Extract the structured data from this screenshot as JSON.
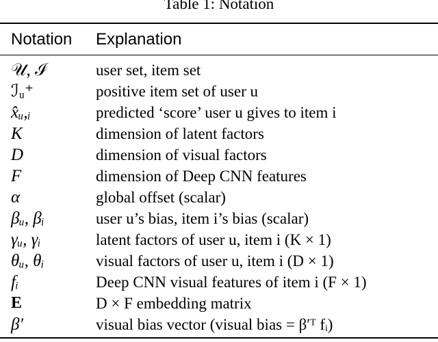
{
  "caption": "Table 1: Notation",
  "header": {
    "notation": "Notation",
    "explanation": "Explanation"
  },
  "rows": [
    {
      "notation": "𝒰, ℐ",
      "explanation": "user set, item set",
      "style": "cal"
    },
    {
      "notation": "ℐᵤ⁺",
      "explanation": "positive item set of user u",
      "style": "cal"
    },
    {
      "notation": "x̂ᵤ,ᵢ",
      "explanation": "predicted ‘score’ user u gives to item i",
      "style": "italic"
    },
    {
      "notation": "K",
      "explanation": "dimension of latent factors",
      "style": "italic"
    },
    {
      "notation": "D",
      "explanation": "dimension of visual factors",
      "style": "italic"
    },
    {
      "notation": "F",
      "explanation": "dimension of Deep CNN features",
      "style": "italic"
    },
    {
      "notation": "α",
      "explanation": "global offset (scalar)",
      "style": "italic"
    },
    {
      "notation": "βᵤ, βᵢ",
      "explanation": "user u’s bias, item i’s bias (scalar)",
      "style": "italic"
    },
    {
      "notation": "γᵤ, γᵢ",
      "explanation": "latent factors of user u, item i (K × 1)",
      "style": "italic"
    },
    {
      "notation": "θᵤ, θᵢ",
      "explanation": "visual factors of user u, item i (D × 1)",
      "style": "italic"
    },
    {
      "notation": "fᵢ",
      "explanation": "Deep CNN visual features of item i (F × 1)",
      "style": "italic"
    },
    {
      "notation": "E",
      "explanation": "D × F embedding matrix",
      "style": "bold"
    },
    {
      "notation": "β′",
      "explanation": "visual bias vector (visual bias = β′ᵀ fᵢ)",
      "style": "italic"
    }
  ]
}
